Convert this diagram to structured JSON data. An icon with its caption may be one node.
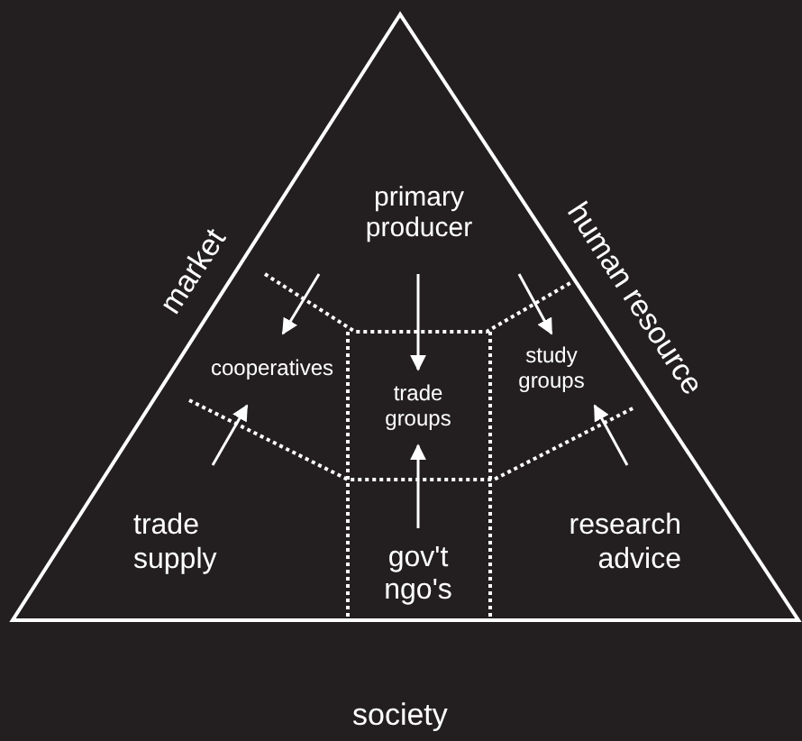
{
  "diagram": {
    "nodes": [
      {
        "text": [
          "primary producer"
        ]
      },
      {
        "text": [
          "cooperatives"
        ]
      },
      {
        "text": [
          "trade groups"
        ]
      },
      {
        "text": [
          "study groups"
        ]
      },
      {
        "text": [
          "trade supply"
        ]
      },
      {
        "text": [
          "gov't ngo's"
        ]
      },
      {
        "text": [
          "research advice"
        ]
      }
    ],
    "edges": [
      {
        "from": 0,
        "to": 1,
        "arrow": "to"
      },
      {
        "from": 0,
        "to": 2,
        "arrow": "to"
      },
      {
        "from": 0,
        "to": 3,
        "arrow": "to"
      },
      {
        "from": 4,
        "to": 1,
        "arrow": "to"
      },
      {
        "from": 5,
        "to": 2,
        "arrow": "to"
      },
      {
        "from": 6,
        "to": 3,
        "arrow": "to"
      }
    ],
    "labels": [
      "market",
      "human resource",
      "society"
    ]
  }
}
